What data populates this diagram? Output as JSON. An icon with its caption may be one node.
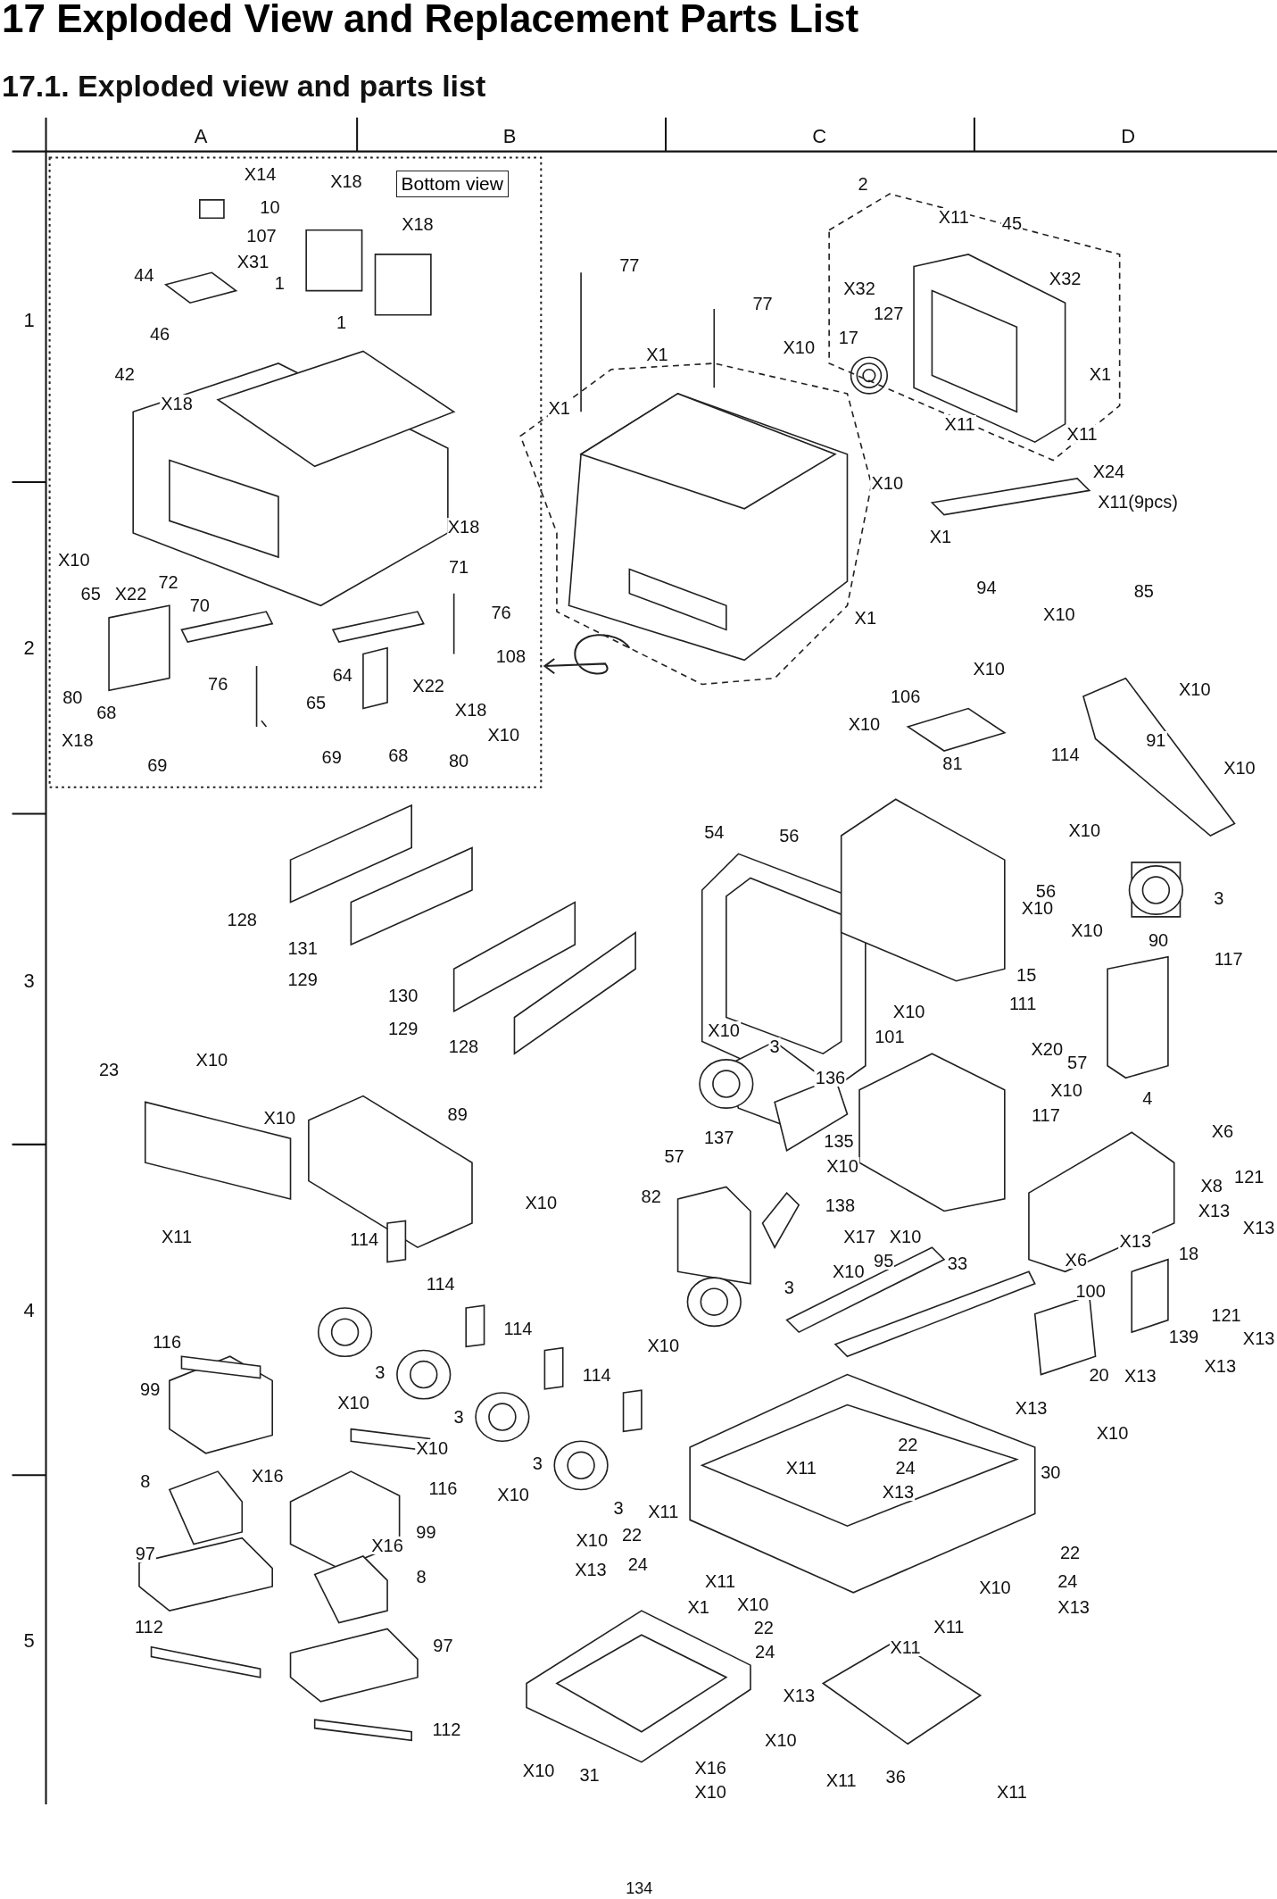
{
  "diagram": {
    "title": "17 Exploded View and Replacement Parts List",
    "nodes": [
      {
        "text": [
          "Bottom view"
        ]
      }
    ],
    "labels": [
      "17.1.   Exploded view and parts list",
      "A",
      "B",
      "C",
      "D",
      "1",
      "2",
      "3",
      "4",
      "5",
      "X14",
      "10",
      "107",
      "X31",
      "44",
      "X18",
      "X18",
      "1",
      "1",
      "46",
      "42",
      "X18",
      "X18",
      "X10",
      "65",
      "X22",
      "72",
      "70",
      "71",
      "76",
      "108",
      "76",
      "80",
      "68",
      "X18",
      "69",
      "64",
      "65",
      "X22",
      "X18",
      "X10",
      "69",
      "68",
      "80",
      "77",
      "77",
      "X1",
      "X10",
      "X1",
      "X10",
      "X1",
      "X1",
      "2",
      "X11",
      "45",
      "X32",
      "X32",
      "127",
      "17",
      "X1",
      "X11",
      "X11",
      "X24",
      "X11(9pcs)",
      "94",
      "X10",
      "85",
      "X10",
      "X10",
      "106",
      "X10",
      "81",
      "114",
      "91",
      "X10",
      "54",
      "56",
      "X10",
      "3",
      "56",
      "X10",
      "X10",
      "90",
      "117",
      "128",
      "131",
      "129",
      "130",
      "129",
      "128",
      "15",
      "111",
      "X10",
      "X20",
      "57",
      "X10",
      "3",
      "101",
      "X10",
      "136",
      "117",
      "4",
      "X6",
      "X8",
      "121",
      "X13",
      "X13",
      "18",
      "X13",
      "X6",
      "X10",
      "23",
      "X10",
      "89",
      "X10",
      "X11",
      "137",
      "135",
      "57",
      "X10",
      "138",
      "82",
      "X17",
      "X10",
      "X10",
      "95",
      "33",
      "3",
      "100",
      "139",
      "121",
      "X13",
      "X13",
      "X13",
      "20",
      "X13",
      "X10",
      "114",
      "114",
      "114",
      "114",
      "116",
      "99",
      "3",
      "X10",
      "3",
      "X10",
      "3",
      "X10",
      "3",
      "X10",
      "X10",
      "22",
      "24",
      "X13",
      "X11",
      "X11",
      "30",
      "8",
      "X16",
      "116",
      "99",
      "X16",
      "8",
      "97",
      "22",
      "24",
      "X13",
      "X11",
      "X1",
      "X10",
      "22",
      "24",
      "X13",
      "X10",
      "97",
      "22",
      "X11",
      "24",
      "X11",
      "112",
      "X13",
      "X10",
      "X10",
      "31",
      "X16",
      "X10",
      "X11",
      "36",
      "X11",
      "112",
      "134"
    ]
  }
}
